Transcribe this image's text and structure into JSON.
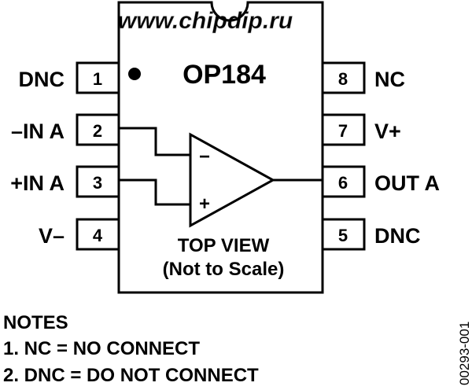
{
  "watermark": "www.chipdip.ru",
  "chip": {
    "part_number": "OP184",
    "view_line1": "TOP VIEW",
    "view_line2": "(Not to Scale)",
    "opamp_minus": "−",
    "opamp_plus": "+"
  },
  "pins_left": [
    {
      "number": "1",
      "name": "DNC"
    },
    {
      "number": "2",
      "name": "–IN A"
    },
    {
      "number": "3",
      "name": "+IN A"
    },
    {
      "number": "4",
      "name": "V–"
    }
  ],
  "pins_right": [
    {
      "number": "8",
      "name": "NC"
    },
    {
      "number": "7",
      "name": "V+"
    },
    {
      "number": "6",
      "name": "OUT A"
    },
    {
      "number": "5",
      "name": "DNC"
    }
  ],
  "notes": {
    "heading": "NOTES",
    "items": [
      "1. NC = NO CONNECT",
      "2. DNC = DO NOT CONNECT"
    ]
  },
  "figure_id": "00293-001",
  "colors": {
    "ink": "#000000",
    "background": "#ffffff",
    "watermark": "#c8c8c8"
  }
}
